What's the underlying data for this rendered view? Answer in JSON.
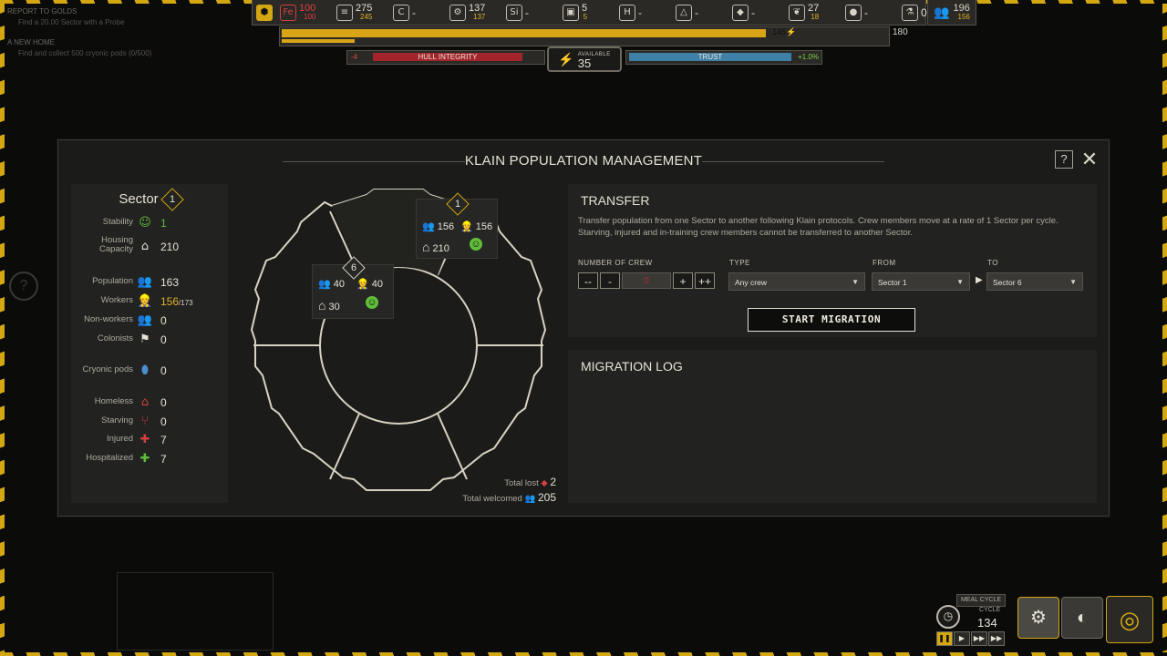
{
  "objectives": [
    {
      "title": "REPORT TO GOLDS",
      "text": "Find a 20.00 Sector with a Probe"
    },
    {
      "title": "A NEW HOME",
      "text": "Find and collect 500 cryonic pods (0/500)"
    }
  ],
  "topbar": {
    "resources": [
      {
        "icon": "fe-icon",
        "glyph": "Fe",
        "v1": "100",
        "v2": "100",
        "red": true
      },
      {
        "icon": "plating-icon",
        "glyph": "≡",
        "v1": "275",
        "v2": "245"
      },
      {
        "icon": "carbon-icon",
        "glyph": "C",
        "v1": "-",
        "v2": ""
      },
      {
        "icon": "gear-icon",
        "glyph": "⚙",
        "v1": "137",
        "v2": "137"
      },
      {
        "icon": "silicon-icon",
        "glyph": "Si",
        "v1": "-",
        "v2": ""
      },
      {
        "icon": "chip-icon",
        "glyph": "▣",
        "v1": "5",
        "v2": "5"
      },
      {
        "icon": "hydrogen-icon",
        "glyph": "H",
        "v1": "-",
        "v2": ""
      },
      {
        "icon": "mineral-icon",
        "glyph": "△",
        "v1": "-",
        "v2": ""
      },
      {
        "icon": "crystal-icon",
        "glyph": "◆",
        "v1": "-",
        "v2": ""
      },
      {
        "icon": "leaf-icon",
        "glyph": "❦",
        "v1": "27",
        "v2": "18"
      },
      {
        "icon": "drop-icon",
        "glyph": "●",
        "v1": "-",
        "v2": ""
      },
      {
        "icon": "flask-icon",
        "glyph": "⚗",
        "v1": "0",
        "v2": ""
      }
    ],
    "population": {
      "v1": "196",
      "v2": "156"
    }
  },
  "energy_bar": {
    "value_label": "145⚡",
    "max_label": "180",
    "fraction": 0.8
  },
  "hull": {
    "delta": "-4",
    "label": "HULL INTEGRITY"
  },
  "available": {
    "label": "AVAILABLE",
    "value": "35"
  },
  "trust": {
    "label": "TRUST",
    "delta": "+1.0%"
  },
  "dialog": {
    "title": "KLAIN POPULATION MANAGEMENT",
    "stats": {
      "heading": "Sector",
      "sector_num": "1",
      "rows": [
        {
          "label": "Stability",
          "icon": "smiley-icon",
          "glyph": "☺",
          "value": "1",
          "color": "#5fbf3a",
          "valColor": "#5fbf3a"
        },
        {
          "label": "Housing\nCapacity",
          "icon": "house-icon",
          "glyph": "⌂",
          "value": "210",
          "color": "#e6e2d6"
        },
        {
          "label": "Population",
          "icon": "population-icon",
          "glyph": "👥",
          "value": "163",
          "color": "#e6c58a"
        },
        {
          "label": "Workers",
          "icon": "worker-icon",
          "glyph": "👷",
          "value": "156",
          "sub": "/173",
          "color": "#e6e2d6",
          "valColor": "#e0b22a"
        },
        {
          "label": "Non-workers",
          "icon": "nonworker-icon",
          "glyph": "👥",
          "value": "0",
          "color": "#e6e2d6"
        },
        {
          "label": "Colonists",
          "icon": "colonist-icon",
          "glyph": "⚑",
          "value": "0",
          "color": "#e6e2d6"
        },
        {
          "label": "Cryonic pods",
          "icon": "cryo-pod-icon",
          "glyph": "⬮",
          "value": "0",
          "color": "#4a8fd0"
        },
        {
          "label": "Homeless",
          "icon": "homeless-icon",
          "glyph": "⌂",
          "value": "0",
          "color": "#d04040"
        },
        {
          "label": "Starving",
          "icon": "starving-icon",
          "glyph": "⑂",
          "value": "0",
          "color": "#d04040"
        },
        {
          "label": "Injured",
          "icon": "injured-icon",
          "glyph": "✚",
          "value": "7",
          "color": "#d04040"
        },
        {
          "label": "Hospitalized",
          "icon": "hospital-icon",
          "glyph": "✚",
          "value": "7",
          "color": "#5fbf3a"
        }
      ]
    },
    "ring": {
      "sector1": {
        "num": "1",
        "population": "156",
        "workers": "156",
        "housing": "210"
      },
      "sector6": {
        "num": "6",
        "population": "40",
        "workers": "40",
        "housing": "30"
      }
    },
    "totals": {
      "lost_label": "Total lost",
      "lost": "2",
      "welcomed_label": "Total welcomed",
      "welcomed": "205"
    },
    "transfer": {
      "title": "TRANSFER",
      "description": "Transfer population from one Sector to another following Klain protocols. Crew members move at a rate of 1 Sector per cycle. Starving, injured and in-training crew members cannot be transferred to another Sector.",
      "crew_label": "NUMBER OF CREW",
      "crew_value": "0",
      "btn_dec2": "--",
      "btn_dec": "-",
      "btn_inc": "+",
      "btn_inc2": "++",
      "type_label": "TYPE",
      "type_value": "Any crew",
      "from_label": "FROM",
      "from_value": "Sector 1",
      "to_label": "TO",
      "to_value": "Sector 6",
      "start_label": "START MIGRATION"
    },
    "log": {
      "title": "MIGRATION LOG"
    }
  },
  "time": {
    "meal": "MEAL CYCLE",
    "cycle_label": "CYCLE",
    "cycle": "134"
  }
}
